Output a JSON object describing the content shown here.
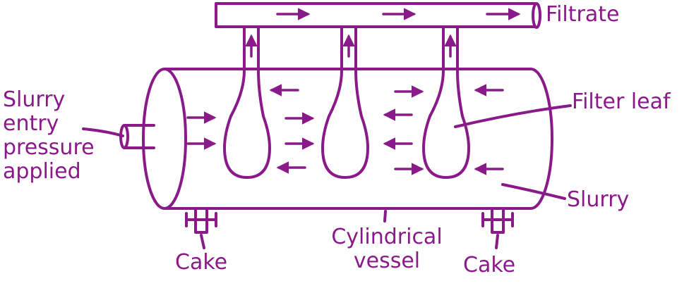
{
  "colors": {
    "ink": "#8a1a8a",
    "background": "#ffffff"
  },
  "labels": {
    "filtrate": "Filtrate",
    "slurry_entry": [
      "Slurry",
      "entry",
      "pressure",
      "applied"
    ],
    "filter_leaf": "Filter leaf",
    "slurry": "Slurry",
    "cake_left": "Cake",
    "cylindrical_vessel": [
      "Cylindrical",
      "vessel"
    ],
    "cake_right": "Cake"
  }
}
